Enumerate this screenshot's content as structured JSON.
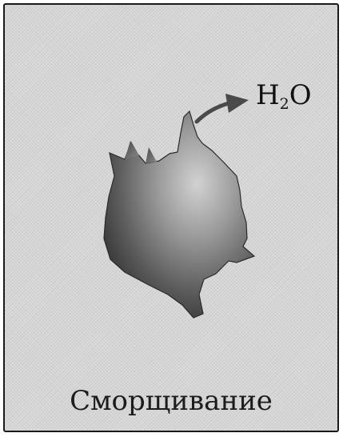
{
  "formula": {
    "main": "H",
    "subscript": "2",
    "rest": "O"
  },
  "caption": "Сморщивание",
  "colors": {
    "background": "#d6d6d6",
    "cell_dark": "#3a3a3a",
    "cell_light": "#d0d0d0",
    "arrow": "#4a4a4a",
    "text": "#111111"
  },
  "icons": {
    "cell": "shrunken-cell-icon",
    "arrow": "water-outflow-arrow-icon"
  }
}
